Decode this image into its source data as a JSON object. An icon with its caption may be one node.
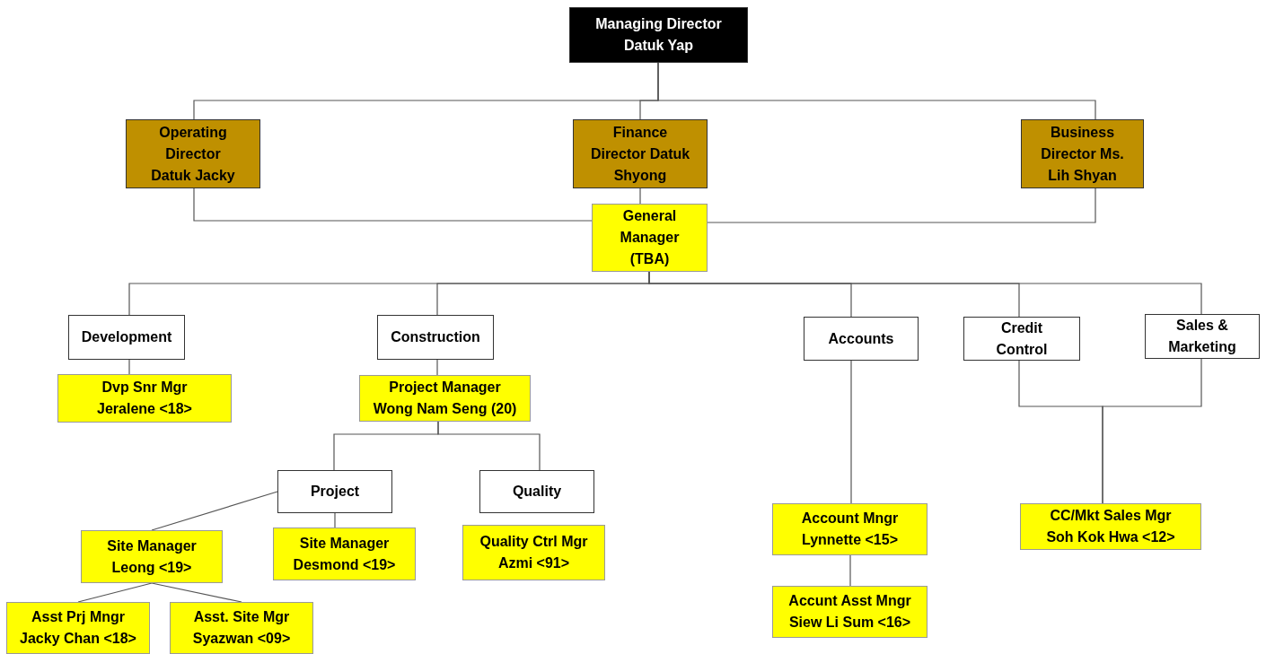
{
  "diagram": {
    "nodes": [
      {
        "text": [
          "Managing Director Datuk Yap"
        ]
      },
      {
        "text": [
          "Operating Director Datuk Jacky"
        ]
      },
      {
        "text": [
          "Finance Director Datuk Shyong"
        ]
      },
      {
        "text": [
          "Business Director Ms. Lih Shyan"
        ]
      },
      {
        "text": [
          "General Manager (TBA)"
        ]
      },
      {
        "text": [
          "Development"
        ]
      },
      {
        "text": [
          "Dvp Snr Mgr Jeralene <18>"
        ]
      },
      {
        "text": [
          "Construction"
        ]
      },
      {
        "text": [
          "Project Manager Wong Nam Seng (20)"
        ]
      },
      {
        "text": [
          "Project"
        ]
      },
      {
        "text": [
          "Quality"
        ]
      },
      {
        "text": [
          "Site Manager Leong <19>"
        ]
      },
      {
        "text": [
          "Site Manager Desmond <19>"
        ]
      },
      {
        "text": [
          "Quality Ctrl Mgr Azmi <91>"
        ]
      },
      {
        "text": [
          "Asst Prj Mngr Jacky Chan <18>"
        ]
      },
      {
        "text": [
          "Asst. Site Mgr Syazwan <09>"
        ]
      },
      {
        "text": [
          "Accounts"
        ]
      },
      {
        "text": [
          "Credit Control"
        ]
      },
      {
        "text": [
          "Sales & Marketing"
        ]
      },
      {
        "text": [
          "Account Mngr Lynnette <15>"
        ]
      },
      {
        "text": [
          "Accunt Asst Mngr Siew Li Sum <16>"
        ]
      },
      {
        "text": [
          "CC/Mkt Sales Mgr Soh Kok Hwa <12>"
        ]
      }
    ],
    "edges": [
      {
        "from": 0,
        "to": 1,
        "arrow": "none"
      },
      {
        "from": 0,
        "to": 2,
        "arrow": "none"
      },
      {
        "from": 0,
        "to": 3,
        "arrow": "none"
      },
      {
        "from": 1,
        "to": 4,
        "arrow": "none"
      },
      {
        "from": 2,
        "to": 4,
        "arrow": "none"
      },
      {
        "from": 3,
        "to": 4,
        "arrow": "none"
      },
      {
        "from": 4,
        "to": 5,
        "arrow": "none"
      },
      {
        "from": 4,
        "to": 7,
        "arrow": "none"
      },
      {
        "from": 4,
        "to": 16,
        "arrow": "none"
      },
      {
        "from": 4,
        "to": 17,
        "arrow": "none"
      },
      {
        "from": 4,
        "to": 18,
        "arrow": "none"
      },
      {
        "from": 5,
        "to": 6,
        "arrow": "none"
      },
      {
        "from": 7,
        "to": 8,
        "arrow": "none"
      },
      {
        "from": 8,
        "to": 9,
        "arrow": "none"
      },
      {
        "from": 8,
        "to": 10,
        "arrow": "none"
      },
      {
        "from": 9,
        "to": 11,
        "arrow": "none"
      },
      {
        "from": 9,
        "to": 12,
        "arrow": "none"
      },
      {
        "from": 11,
        "to": 14,
        "arrow": "none"
      },
      {
        "from": 11,
        "to": 15,
        "arrow": "none"
      },
      {
        "from": 16,
        "to": 19,
        "arrow": "none"
      },
      {
        "from": 19,
        "to": 20,
        "arrow": "none"
      },
      {
        "from": 17,
        "to": 21,
        "arrow": "none"
      },
      {
        "from": 18,
        "to": 21,
        "arrow": "none"
      }
    ]
  }
}
